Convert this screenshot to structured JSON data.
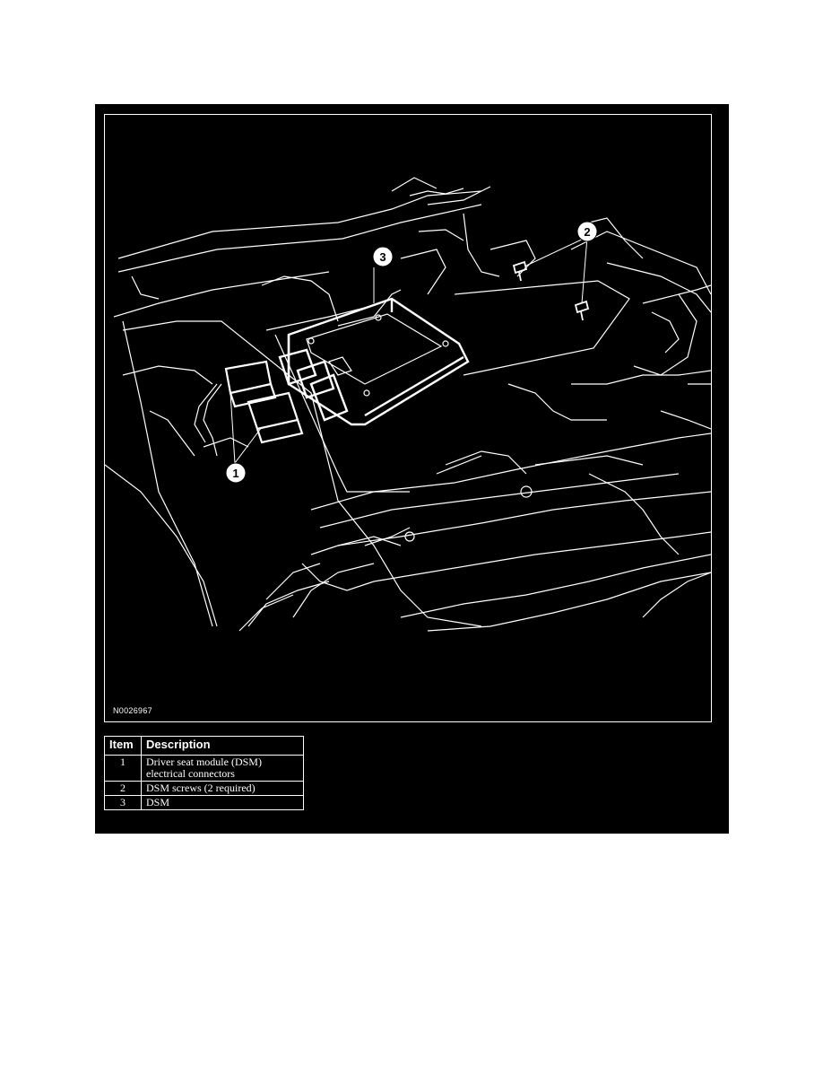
{
  "figure": {
    "id": "N0026967",
    "callouts": [
      "1",
      "2",
      "3"
    ]
  },
  "legend": {
    "header_item": "Item",
    "header_description": "Description",
    "rows": [
      {
        "item": "1",
        "description": "Driver seat module (DSM) electrical connectors"
      },
      {
        "item": "2",
        "description": "DSM screws (2 required)"
      },
      {
        "item": "3",
        "description": "DSM"
      }
    ]
  },
  "colors": {
    "background": "#000000",
    "lines": "#ffffff"
  }
}
